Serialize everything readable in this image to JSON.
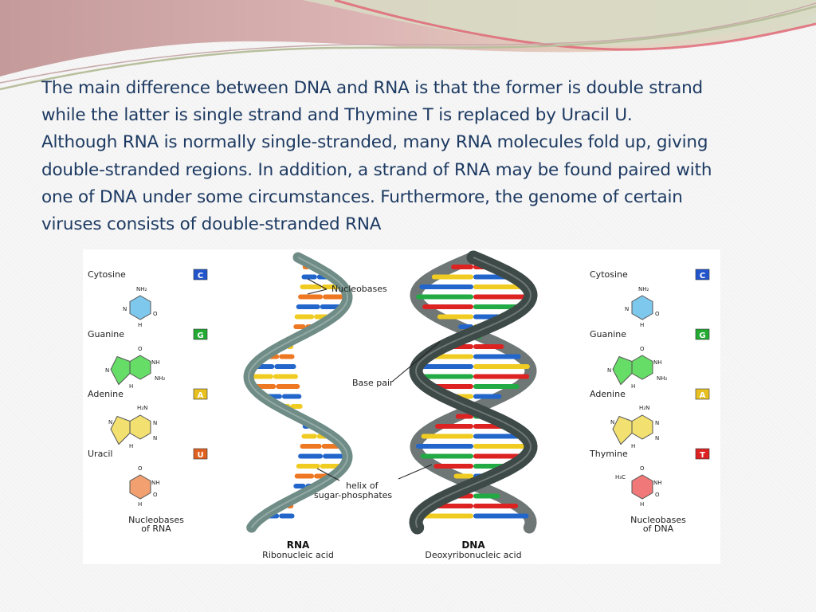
{
  "body_text": {
    "lines": [
      "The main difference between DNA and RNA is that the former is double strand",
      "while the latter is single strand and Thymine T is replaced by Uracil U.",
      "Although RNA is normally single-stranded, many RNA molecules fold up, giving",
      "double-stranded regions. In addition, a strand of RNA may be found paired with",
      "one of DNA under some circumstances. Furthermore, the genome of certain",
      "viruses consists of double-stranded RNA"
    ]
  },
  "diagram": {
    "left_panel": {
      "bases": [
        {
          "name": "Cytosine",
          "letter": "C",
          "color": "#2255cc",
          "ring": "#7ec8ee"
        },
        {
          "name": "Guanine",
          "letter": "G",
          "color": "#22aa33",
          "ring": "#66dd66"
        },
        {
          "name": "Adenine",
          "letter": "A",
          "color": "#e8c020",
          "ring": "#f2e070"
        },
        {
          "name": "Uracil",
          "letter": "U",
          "color": "#e06020",
          "ring": "#f3a070"
        }
      ],
      "caption": [
        "Nucleobases",
        "of RNA"
      ]
    },
    "right_panel": {
      "bases": [
        {
          "name": "Cytosine",
          "letter": "C",
          "color": "#2255cc",
          "ring": "#7ec8ee"
        },
        {
          "name": "Guanine",
          "letter": "G",
          "color": "#22aa33",
          "ring": "#66dd66"
        },
        {
          "name": "Adenine",
          "letter": "A",
          "color": "#e8c020",
          "ring": "#f2e070"
        },
        {
          "name": "Thymine",
          "letter": "T",
          "color": "#dd2222",
          "ring": "#f07878"
        }
      ],
      "caption": [
        "Nucleobases",
        "of DNA"
      ]
    },
    "atoms": {
      "nh2": "NH₂",
      "nh": "NH",
      "n": "N",
      "h": "H",
      "o": "O",
      "h2n": "H₂N",
      "h3c": "H₃C"
    },
    "annotations": {
      "nucleobases": "Nucleobases",
      "base_pair": "Base pair",
      "helix": [
        "helix of",
        "sugar-phosphates"
      ]
    },
    "rna": {
      "title": "RNA",
      "subtitle": "Ribonucleic acid"
    },
    "dna": {
      "title": "DNA",
      "subtitle": "Deoxyribonucleic acid"
    },
    "colors": {
      "rna_backbone": "#6f8c86",
      "dna_backbone": "#3e4a47",
      "orange": "#ee7722",
      "blue": "#2266cc",
      "yellow": "#f0cc22",
      "red": "#dd2222",
      "green": "#22aa44"
    }
  }
}
